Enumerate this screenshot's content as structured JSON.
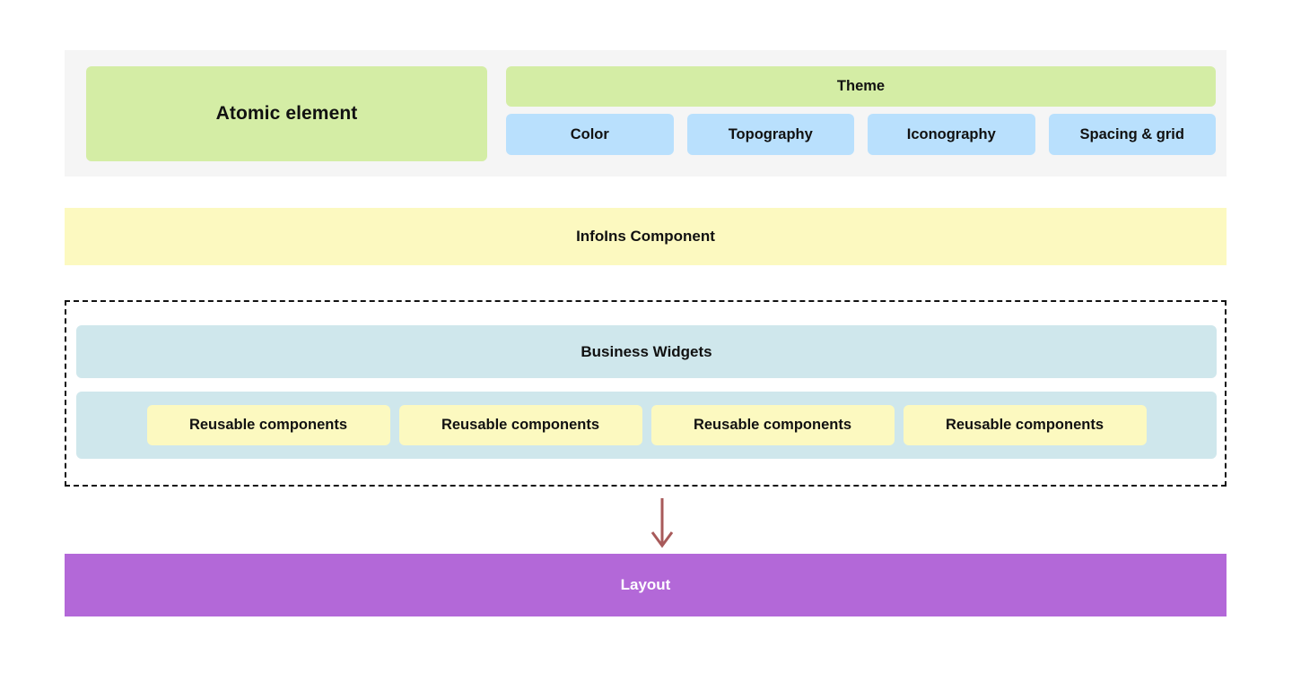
{
  "diagram": {
    "title_text": "Atomic element",
    "atomic": {
      "label": "Atomic element",
      "color": "#d4eda5"
    },
    "theme": {
      "header_label": "Theme",
      "header_color": "#d4eda5",
      "chip_color": "#b9e0fd",
      "chips": [
        {
          "label": "Color"
        },
        {
          "label": "Topography"
        },
        {
          "label": "Iconography"
        },
        {
          "label": "Spacing & grid"
        }
      ]
    },
    "container_background": "#f5f5f5",
    "infoins": {
      "label": "InfoIns Component",
      "color": "#fcf9c0"
    },
    "widgets_group": {
      "border_style": "dashed",
      "border_color": "#111111",
      "header_label": "Business Widgets",
      "panel_color": "#cfe7ec",
      "chip_color": "#fcf9c0",
      "chips": [
        {
          "label": "Reusable components"
        },
        {
          "label": "Reusable components"
        },
        {
          "label": "Reusable components"
        },
        {
          "label": "Reusable components"
        }
      ]
    },
    "arrow": {
      "direction": "down",
      "color": "#a85a5a"
    },
    "layout": {
      "label": "Layout",
      "color": "#b368d8",
      "text_color": "#ffffff"
    }
  }
}
